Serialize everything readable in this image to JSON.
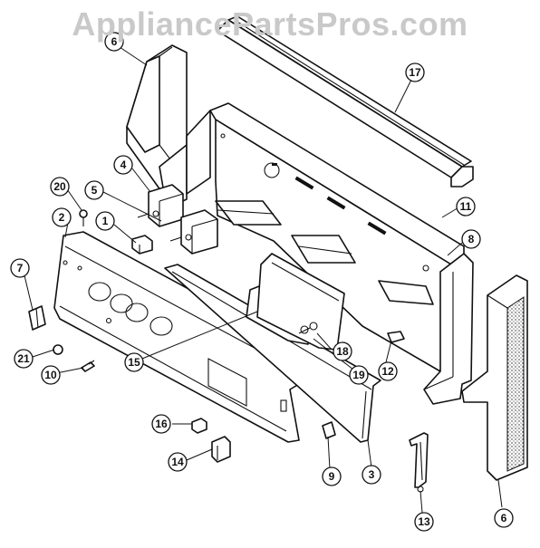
{
  "watermark": "AppliancePartsPros.com",
  "callouts": [
    {
      "id": "c1",
      "label": "1"
    },
    {
      "id": "c2",
      "label": "2"
    },
    {
      "id": "c3",
      "label": "3"
    },
    {
      "id": "c4",
      "label": "4"
    },
    {
      "id": "c5",
      "label": "5"
    },
    {
      "id": "c6a",
      "label": "6"
    },
    {
      "id": "c6b",
      "label": "6"
    },
    {
      "id": "c7",
      "label": "7"
    },
    {
      "id": "c8",
      "label": "8"
    },
    {
      "id": "c9",
      "label": "9"
    },
    {
      "id": "c10",
      "label": "10"
    },
    {
      "id": "c11",
      "label": "11"
    },
    {
      "id": "c12",
      "label": "12"
    },
    {
      "id": "c13",
      "label": "13"
    },
    {
      "id": "c14",
      "label": "14"
    },
    {
      "id": "c15",
      "label": "15"
    },
    {
      "id": "c16",
      "label": "16"
    },
    {
      "id": "c17",
      "label": "17"
    },
    {
      "id": "c18",
      "label": "18"
    },
    {
      "id": "c19",
      "label": "19"
    },
    {
      "id": "c20",
      "label": "20"
    },
    {
      "id": "c21",
      "label": "21"
    }
  ]
}
